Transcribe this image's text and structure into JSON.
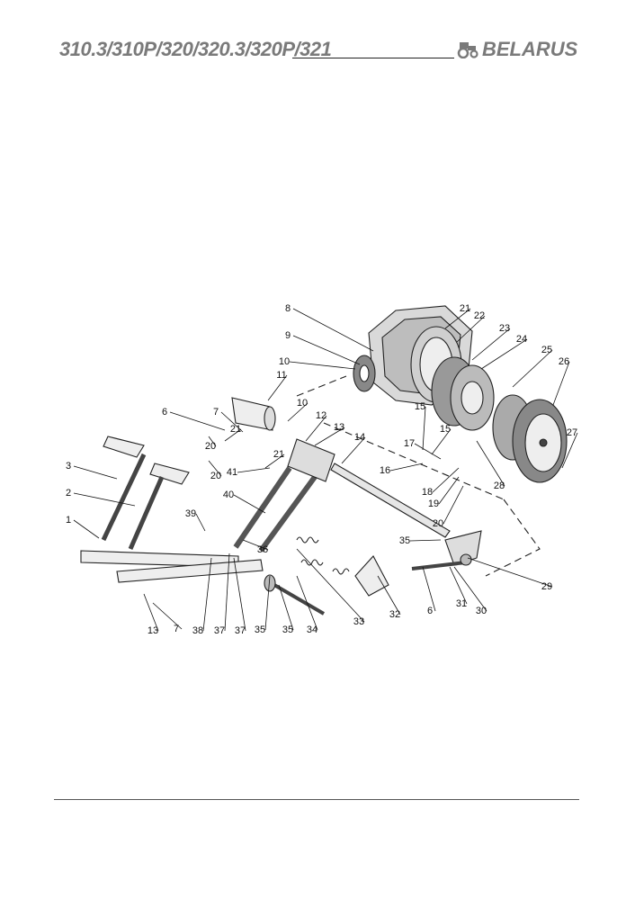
{
  "header": {
    "model_title": "310.3/310P/320/320.3/320P/321",
    "brand": "BELARUS",
    "brand_icon": "tractor-icon"
  },
  "figure": {
    "callouts": [
      "1",
      "2",
      "3",
      "6",
      "7",
      "8",
      "9",
      "10",
      "10",
      "11",
      "12",
      "13",
      "14",
      "15",
      "15",
      "16",
      "17",
      "18",
      "19",
      "20",
      "20",
      "20",
      "21",
      "21",
      "21",
      "22",
      "23",
      "24",
      "25",
      "26",
      "27",
      "28",
      "29",
      "30",
      "31",
      "32",
      "33",
      "34",
      "35",
      "35",
      "36",
      "37",
      "37",
      "38",
      "39",
      "40",
      "41",
      "6",
      "7",
      "13",
      "35"
    ]
  }
}
